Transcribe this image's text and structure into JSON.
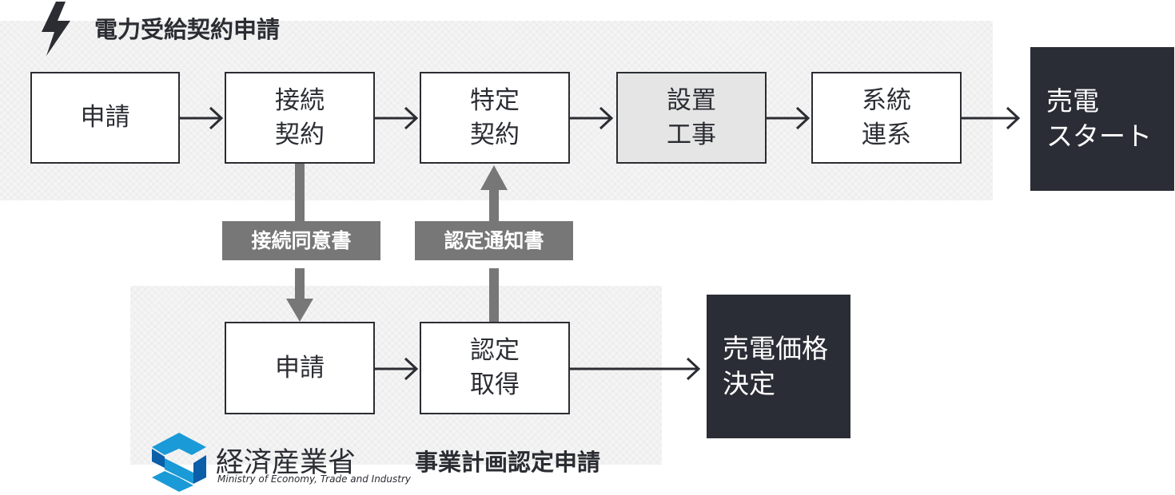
{
  "top_section": {
    "title": "電力受給契約申請",
    "steps": [
      {
        "line1": "申請",
        "line2": ""
      },
      {
        "line1": "接続",
        "line2": "契約"
      },
      {
        "line1": "特定",
        "line2": "契約"
      },
      {
        "line1": "設置",
        "line2": "工事"
      },
      {
        "line1": "系統",
        "line2": "連系"
      }
    ],
    "result": {
      "line1": "売電",
      "line2": "スタート"
    }
  },
  "transfer_labels": {
    "down": "接続同意書",
    "up": "認定通知書"
  },
  "bottom_section": {
    "title": "事業計画認定申請",
    "steps": [
      {
        "line1": "申請",
        "line2": ""
      },
      {
        "line1": "認定",
        "line2": "取得"
      }
    ],
    "result": {
      "line1": "売電価格",
      "line2": "決定"
    }
  },
  "ministry": {
    "name_ja": "経済産業省",
    "name_en": "Ministry of Economy, Trade and Industry",
    "logo_colors": [
      "#1a9ad6",
      "#0b5ea8"
    ]
  },
  "icons": {
    "top_section": "lightning-bolt-icon"
  },
  "colors": {
    "ink": "#2b2d33",
    "dark_box": "#2b2d36",
    "tag": "#777777",
    "highlight_box": "#e5e5e5"
  }
}
